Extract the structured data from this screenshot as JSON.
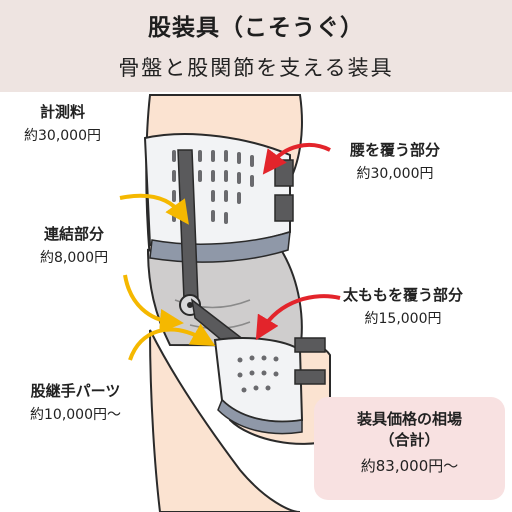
{
  "header": {
    "title": "股装具（こそうぐ）",
    "subtitle": "骨盤と股関節を支える装具"
  },
  "labels": {
    "measurement": {
      "name": "計測料",
      "price": "約30,000円"
    },
    "waist": {
      "name": "腰を覆う部分",
      "price": "約30,000円"
    },
    "connection": {
      "name": "連結部分",
      "price": "約8,000円"
    },
    "thigh": {
      "name": "太ももを覆う部分",
      "price": "約15,000円"
    },
    "joint": {
      "name": "股継手パーツ",
      "price": "約10,000円～"
    }
  },
  "total": {
    "line1": "装具価格の相場",
    "line2": "（合計）",
    "price": "約83,000円～"
  },
  "colors": {
    "header_bg": "#eee4e1",
    "total_bg": "#f8e1e1",
    "arrow_red": "#e3242b",
    "arrow_yellow": "#f5b800",
    "skin": "#fbe3d1",
    "shorts": "#cfcdcd",
    "brace_white": "#f2f3f5",
    "brace_dark": "#5a5a5c"
  }
}
